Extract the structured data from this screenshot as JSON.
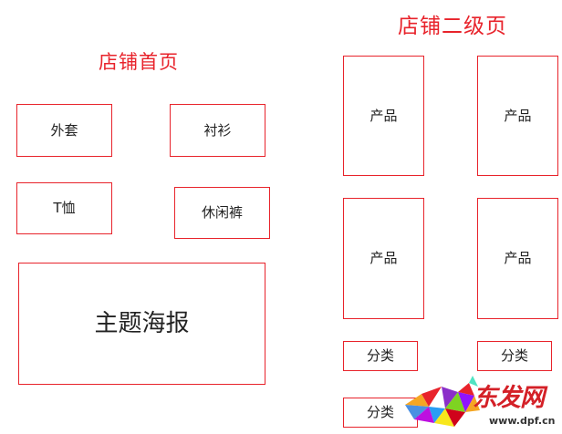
{
  "colors": {
    "accent": "#e8232b",
    "text": "#222222"
  },
  "home": {
    "title": "店铺首页",
    "categories": {
      "coat": "外套",
      "shirt": "衬衫",
      "tshirt": "T恤",
      "pants": "休闲裤"
    },
    "poster": "主题海报"
  },
  "secondary": {
    "title": "店铺二级页",
    "products": [
      "产品",
      "产品",
      "产品",
      "产品"
    ],
    "categories": [
      "分类",
      "分类",
      "分类"
    ]
  },
  "watermark": {
    "name": "东发网",
    "url": "www.dpf.cn"
  }
}
